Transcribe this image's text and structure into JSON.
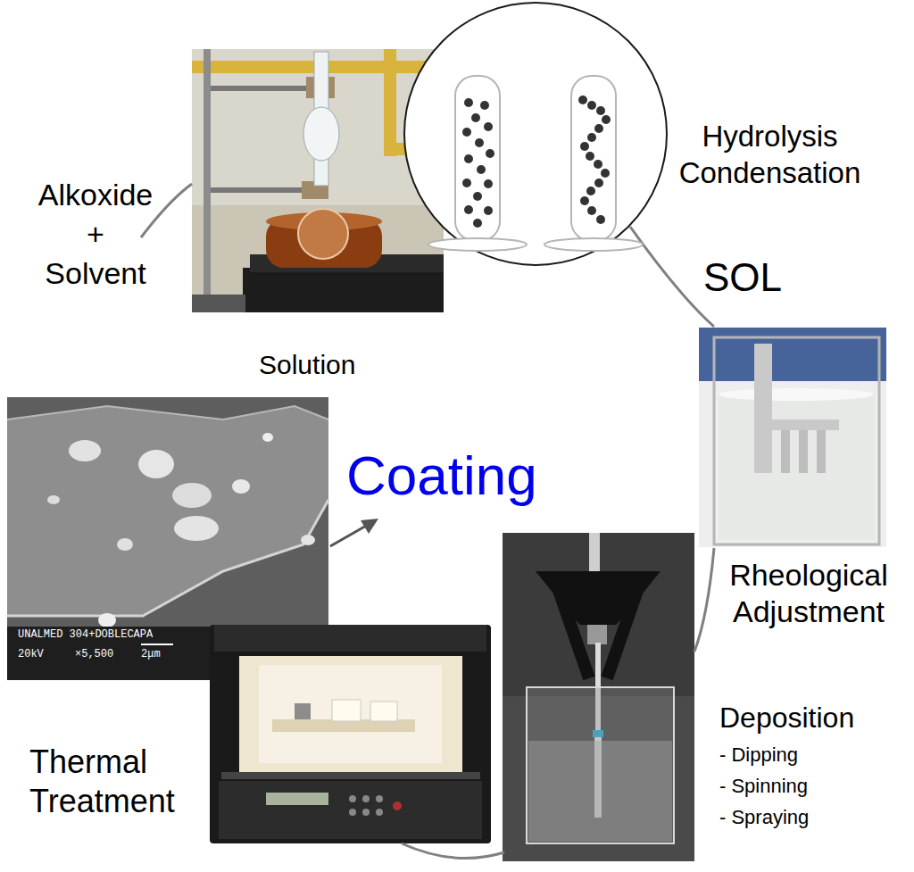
{
  "diagram": {
    "nodes": [
      {
        "text": [
          "Hydrolysis Condensation"
        ]
      }
    ],
    "labels": [
      "Alkoxide + Solvent",
      "Solution",
      "SOL",
      "Coating",
      "Rheological Adjustment",
      "Deposition",
      "- Dipping",
      "- Spinning",
      "- Spraying",
      "Thermal Treatment",
      "UNALMED 304+DOBLECAPA",
      "20kV",
      "×5,500",
      "2μm"
    ]
  }
}
